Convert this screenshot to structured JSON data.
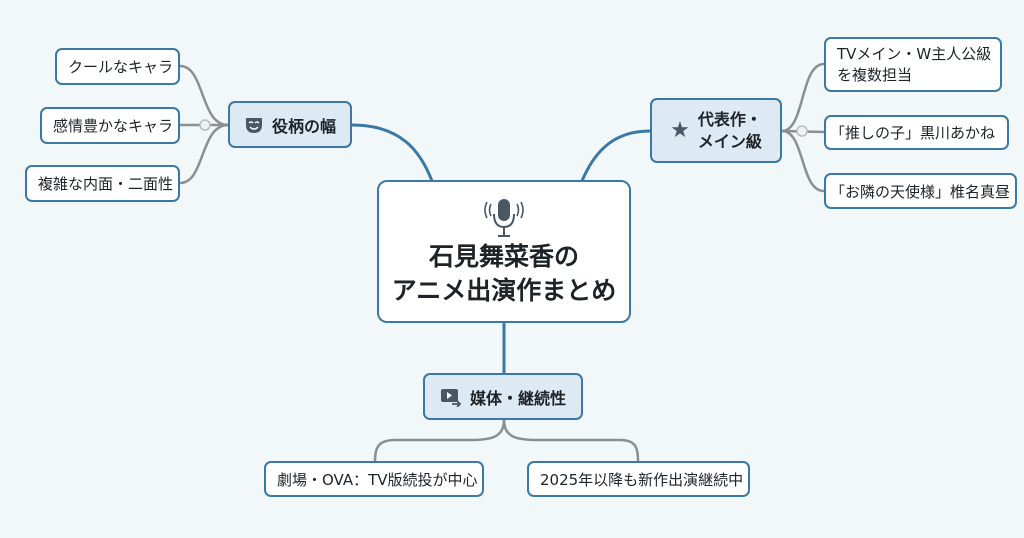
{
  "center": {
    "line1": "石見舞菜香の",
    "line2": "アニメ出演作まとめ",
    "icon": "microphone-icon"
  },
  "branches": {
    "roles": {
      "label": "役柄の幅",
      "icon": "theater-mask-icon",
      "items": [
        "クールなキャラ",
        "感情豊かなキャラ",
        "複雑な内面・二面性"
      ]
    },
    "works": {
      "label_line1": "代表作・",
      "label_line2": "メイン級",
      "icon": "star-icon",
      "items": [
        "TVメイン・W主人公級",
        "を複数担当",
        "「推しの子」黒川あかね",
        "「お隣の天使様」椎名真昼"
      ]
    },
    "media": {
      "label": "媒体・継続性",
      "icon": "video-play-icon",
      "items": [
        "劇場・OVA：TV版続投が中心",
        "2025年以降も新作出演継続中"
      ]
    }
  },
  "colors": {
    "primary": "#3b78a6",
    "connector": "#8c8f92",
    "branch_fill": "#dde9f3",
    "background": "#f2f7fa"
  }
}
